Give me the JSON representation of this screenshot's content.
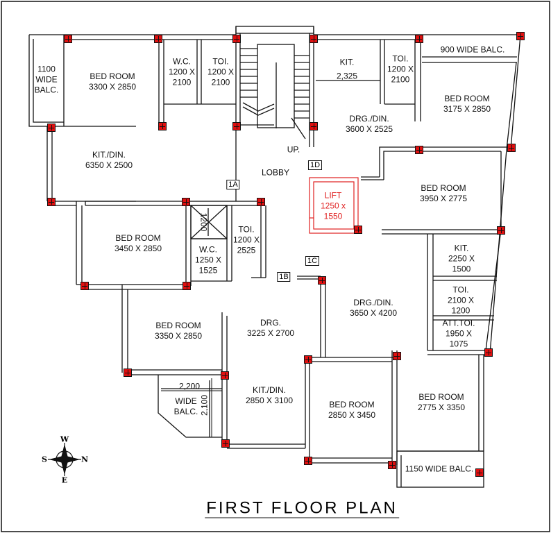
{
  "title": "FIRST FLOOR PLAN",
  "rooms": [
    {
      "id": "balc-1100",
      "name": "1100\nWIDE\nBALC.",
      "dim": ""
    },
    {
      "id": "bed-1",
      "name": "BED ROOM",
      "dim": "3300 X 2850"
    },
    {
      "id": "wc-1",
      "name": "W.C.",
      "dim": "1200 X\n2100"
    },
    {
      "id": "toi-1",
      "name": "TOI.",
      "dim": "1200 X\n2100"
    },
    {
      "id": "kit-1",
      "name": "KIT.",
      "dim": "2,325"
    },
    {
      "id": "toi-2",
      "name": "TOI.",
      "dim": "1200 X\n2100"
    },
    {
      "id": "balc-900",
      "name": "900 WIDE BALC.",
      "dim": ""
    },
    {
      "id": "bed-2",
      "name": "BED ROOM",
      "dim": "3175 X 2850"
    },
    {
      "id": "drg-din-1",
      "name": "DRG./DIN.",
      "dim": "3600 X 2525"
    },
    {
      "id": "up",
      "name": "UP.",
      "dim": ""
    },
    {
      "id": "kit-din-1",
      "name": "KIT./DIN.",
      "dim": "6350 X 2500"
    },
    {
      "id": "lobby",
      "name": "LOBBY",
      "dim": ""
    },
    {
      "id": "lift",
      "name": "LIFT\n1250 x\n1550",
      "dim": ""
    },
    {
      "id": "bed-3",
      "name": "BED ROOM",
      "dim": "3950 X 2775"
    },
    {
      "id": "bed-4",
      "name": "BED ROOM",
      "dim": "3450 X 2850"
    },
    {
      "id": "toi-3",
      "name": "TOI.",
      "dim": "1200 X\n2525"
    },
    {
      "id": "duct",
      "name": "1200",
      "dim": ""
    },
    {
      "id": "wc-2",
      "name": "W.C.",
      "dim": "1250 X\n1525"
    },
    {
      "id": "kit-2",
      "name": "KIT.",
      "dim": "2250 X\n1500"
    },
    {
      "id": "toi-4",
      "name": "TOI.",
      "dim": "2100 X\n1200"
    },
    {
      "id": "att-toi",
      "name": "ATT.TOI.",
      "dim": "1950 X\n1075"
    },
    {
      "id": "drg-din-2",
      "name": "DRG./DIN.",
      "dim": "3650 X 4200"
    },
    {
      "id": "bed-5",
      "name": "BED ROOM",
      "dim": "3350 X 2850"
    },
    {
      "id": "drg",
      "name": "DRG.",
      "dim": "3225 X 2700"
    },
    {
      "id": "balc-dim-w",
      "name": "2,200",
      "dim": ""
    },
    {
      "id": "balc-wide",
      "name": "WIDE\nBALC.",
      "dim": ""
    },
    {
      "id": "balc-dim-h",
      "name": "2,100",
      "dim": ""
    },
    {
      "id": "kit-din-2",
      "name": "KIT./DIN.",
      "dim": "2850 X 3100"
    },
    {
      "id": "bed-6",
      "name": "BED ROOM",
      "dim": "2850 X 3450"
    },
    {
      "id": "bed-7",
      "name": "BED ROOM",
      "dim": "2775 X 3350"
    },
    {
      "id": "balc-1150",
      "name": "1150 WIDE BALC.",
      "dim": ""
    }
  ],
  "units": [
    "1A",
    "1B",
    "1C",
    "1D"
  ],
  "compass": {
    "north": "N",
    "south": "S",
    "east": "E",
    "west": "W"
  },
  "colors": {
    "column": "#e01010",
    "lift": "#e02020",
    "wall": "#111111"
  }
}
